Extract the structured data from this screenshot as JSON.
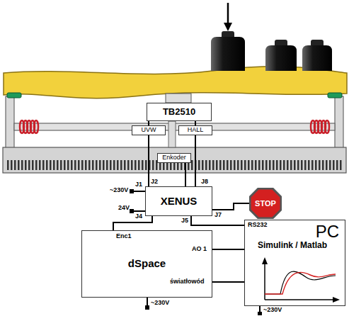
{
  "diagram": {
    "nodes": [
      {
        "text": [
          "TB2510"
        ]
      },
      {
        "text": [
          "UVW"
        ]
      },
      {
        "text": [
          "HALL"
        ]
      },
      {
        "text": [
          "Enkoder"
        ]
      },
      {
        "text": [
          "XENUS"
        ]
      },
      {
        "text": [
          "STOP"
        ]
      },
      {
        "text": [
          "dSpace"
        ]
      },
      {
        "text": [
          "PC",
          "Simulink / Matlab"
        ]
      }
    ],
    "edges": [
      {
        "from": 0,
        "to": 1,
        "arrow": "none"
      },
      {
        "from": 1,
        "to": 4,
        "arrow": "none"
      },
      {
        "from": 0,
        "to": 2,
        "arrow": "none"
      },
      {
        "from": 2,
        "to": 4,
        "arrow": "none"
      },
      {
        "from": 3,
        "to": 4,
        "arrow": "none"
      },
      {
        "from": 4,
        "to": 5,
        "arrow": "none"
      },
      {
        "from": 4,
        "to": 7,
        "arrow": "none"
      },
      {
        "from": 4,
        "to": 6,
        "arrow": "none"
      },
      {
        "from": 6,
        "to": 7,
        "arrow": "none"
      },
      {
        "from": 6,
        "to": 7,
        "arrow": "none"
      }
    ],
    "labels": [
      "J2",
      "J8",
      "J1",
      "~230V",
      "24V",
      "J4",
      "J7",
      "J5",
      "Enc1",
      "AO 1",
      "RS232",
      "światłowód",
      "~230V",
      "~230V"
    ]
  }
}
